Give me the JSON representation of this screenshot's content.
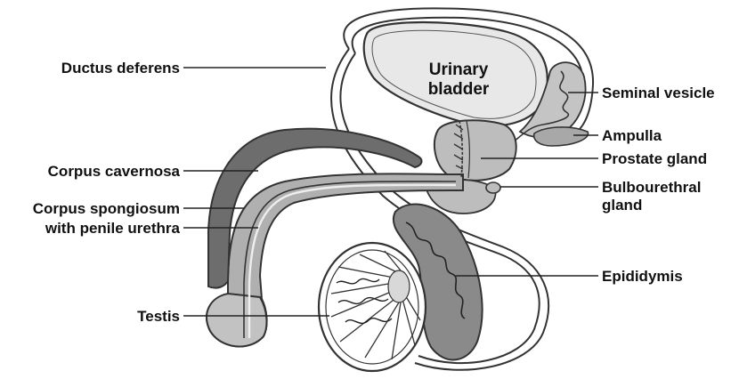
{
  "labels": {
    "urinary_bladder": [
      "Urinary",
      "bladder"
    ],
    "ductus_deferens": "Ductus deferens",
    "corpus_cavernosa": "Corpus cavernosa",
    "corpus_spongiosum": [
      "Corpus spongiosum",
      "with penile urethra"
    ],
    "testis": "Testis",
    "seminal_vesicle": "Seminal vesicle",
    "ampulla": "Ampulla",
    "prostate_gland": "Prostate gland",
    "bulbourethral_gland": [
      "Bulbourethral",
      "gland"
    ],
    "epididymis": "Epididymis"
  },
  "colors": {
    "outline": "#333333",
    "bladder_fill": "#e8e8e8",
    "gland_fill": "#b9b9b9",
    "cavernosa_fill": "#6d6d6d",
    "spongiosum_fill": "#a9a9a9",
    "epididymis_fill": "#8a8a8a",
    "testis_fill": "#ffffff"
  }
}
